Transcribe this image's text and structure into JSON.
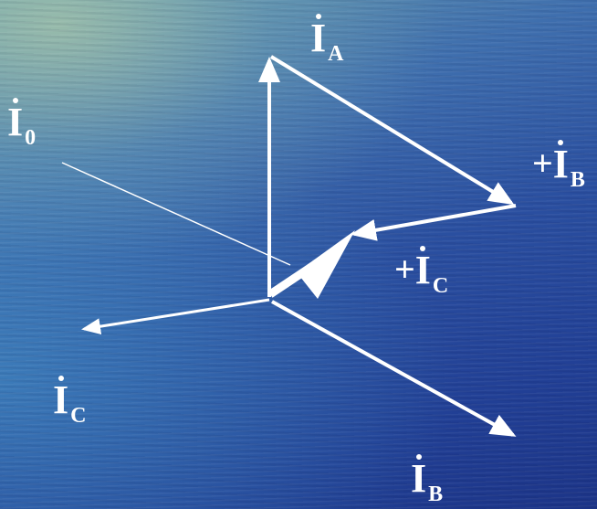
{
  "labels": {
    "i0": {
      "symbol": "I",
      "sub": "0"
    },
    "ia": {
      "symbol": "I",
      "sub": "A"
    },
    "ib_plus": {
      "sign": "+",
      "symbol": "I",
      "sub": "B"
    },
    "ic_plus": {
      "sign": "+",
      "symbol": "I",
      "sub": "C"
    },
    "ic": {
      "symbol": "I",
      "sub": "C"
    },
    "ib": {
      "symbol": "I",
      "sub": "B"
    }
  },
  "colors": {
    "vector": "#ffffff",
    "background_top": "#6a9fae",
    "background_bottom": "#1c3487"
  }
}
